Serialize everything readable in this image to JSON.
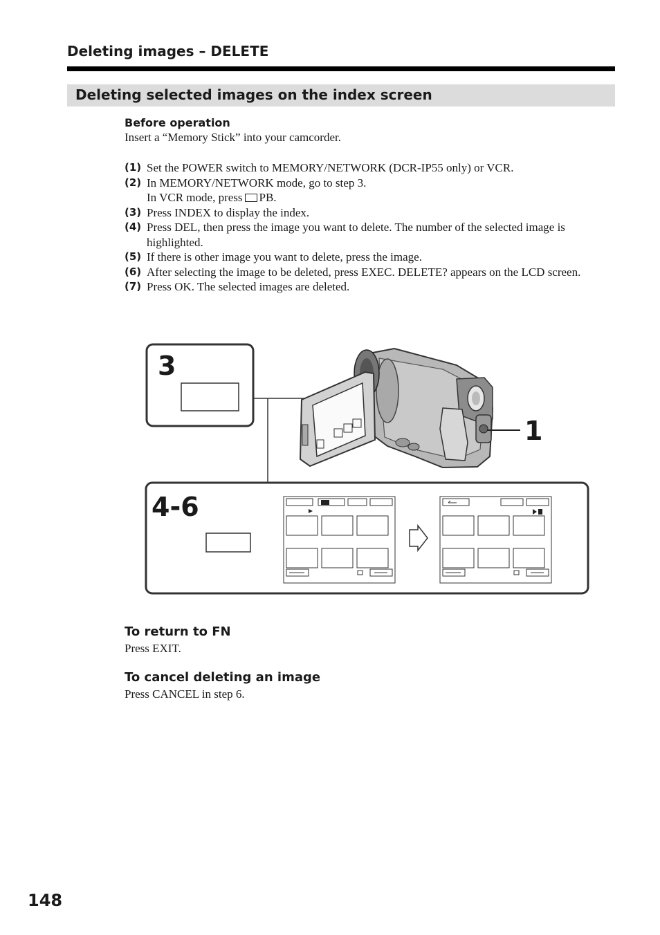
{
  "header": {
    "section_title": "Deleting images – DELETE"
  },
  "band": {
    "title": "Deleting selected images on the index screen"
  },
  "before": {
    "label": "Before operation",
    "text": "Insert a “Memory Stick” into your camcorder."
  },
  "steps": [
    {
      "num": "(1)",
      "text": "Set the POWER switch to MEMORY/NETWORK (DCR-IP55 only) or VCR."
    },
    {
      "num": "(2)",
      "text": "In MEMORY/NETWORK mode, go to step 3.",
      "text2_before": "In VCR mode, press",
      "text2_after": "PB."
    },
    {
      "num": "(3)",
      "text": "Press INDEX to display the index."
    },
    {
      "num": "(4)",
      "text": "Press DEL, then press the image you want to delete. The number of the selected image is highlighted."
    },
    {
      "num": "(5)",
      "text": "If there is other image you want to delete, press the image."
    },
    {
      "num": "(6)",
      "text": "After selecting the image to be deleted, press EXEC. DELETE? appears on the LCD screen."
    },
    {
      "num": "(7)",
      "text": "Press OK. The selected images are deleted."
    }
  ],
  "figure": {
    "label_3": "3",
    "label_1": "1",
    "label_46": "4-6"
  },
  "return_fn": {
    "heading": "To return to FN",
    "text": "Press EXIT."
  },
  "cancel": {
    "heading": "To cancel deleting an image",
    "text": "Press CANCEL in step 6."
  },
  "page": {
    "number": "148"
  }
}
